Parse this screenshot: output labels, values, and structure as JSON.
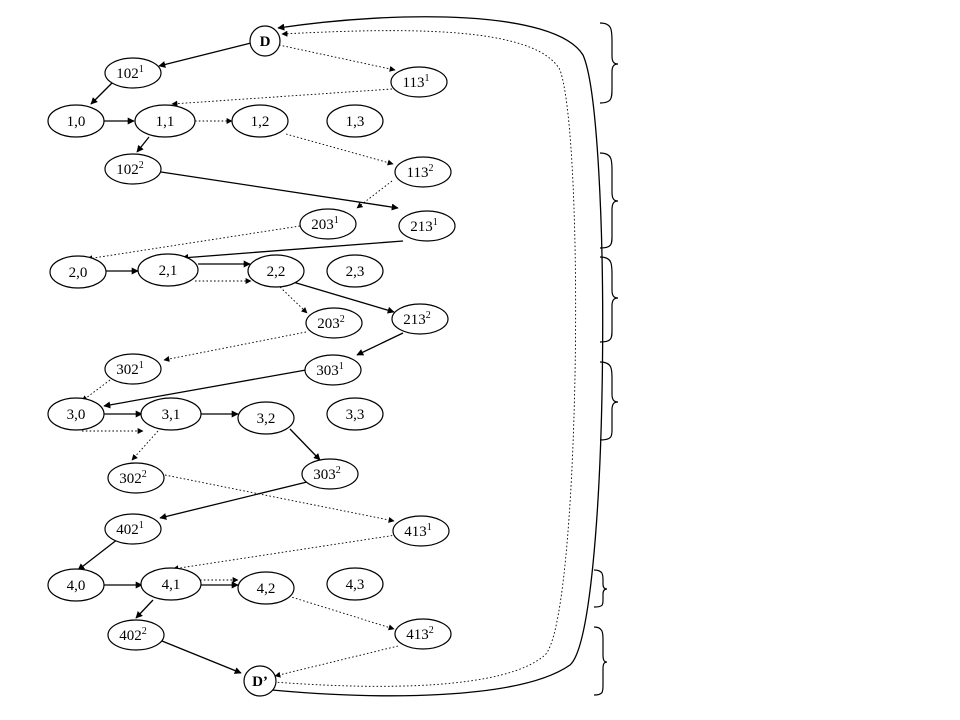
{
  "nodes": {
    "D": {
      "main": "D",
      "sup": ""
    },
    "102a": {
      "main": "102",
      "sup": "1"
    },
    "113a": {
      "main": "113",
      "sup": "1"
    },
    "n10": {
      "main": "1,0",
      "sup": ""
    },
    "n11": {
      "main": "1,1",
      "sup": ""
    },
    "n12": {
      "main": "1,2",
      "sup": ""
    },
    "n13": {
      "main": "1,3",
      "sup": ""
    },
    "102b": {
      "main": "102",
      "sup": "2"
    },
    "113b": {
      "main": "113",
      "sup": "2"
    },
    "203a": {
      "main": "203",
      "sup": "1"
    },
    "213a": {
      "main": "213",
      "sup": "1"
    },
    "n20": {
      "main": "2,0",
      "sup": ""
    },
    "n21": {
      "main": "2,1",
      "sup": ""
    },
    "n22": {
      "main": "2,2",
      "sup": ""
    },
    "n23": {
      "main": "2,3",
      "sup": ""
    },
    "203b": {
      "main": "203",
      "sup": "2"
    },
    "213b": {
      "main": "213",
      "sup": "2"
    },
    "302a": {
      "main": "302",
      "sup": "1"
    },
    "303a": {
      "main": "303",
      "sup": "1"
    },
    "n30": {
      "main": "3,0",
      "sup": ""
    },
    "n31": {
      "main": "3,1",
      "sup": ""
    },
    "n32": {
      "main": "3,2",
      "sup": ""
    },
    "n33": {
      "main": "3,3",
      "sup": ""
    },
    "302b": {
      "main": "302",
      "sup": "2"
    },
    "303b": {
      "main": "303",
      "sup": "2"
    },
    "402a": {
      "main": "402",
      "sup": "1"
    },
    "413a": {
      "main": "413",
      "sup": "1"
    },
    "n40": {
      "main": "4,0",
      "sup": ""
    },
    "n41": {
      "main": "4,1",
      "sup": ""
    },
    "n42": {
      "main": "4,2",
      "sup": ""
    },
    "n43": {
      "main": "4,3",
      "sup": ""
    },
    "402b": {
      "main": "402",
      "sup": "2"
    },
    "413b": {
      "main": "413",
      "sup": "2"
    },
    "Dp": {
      "main": "D’",
      "sup": ""
    }
  }
}
